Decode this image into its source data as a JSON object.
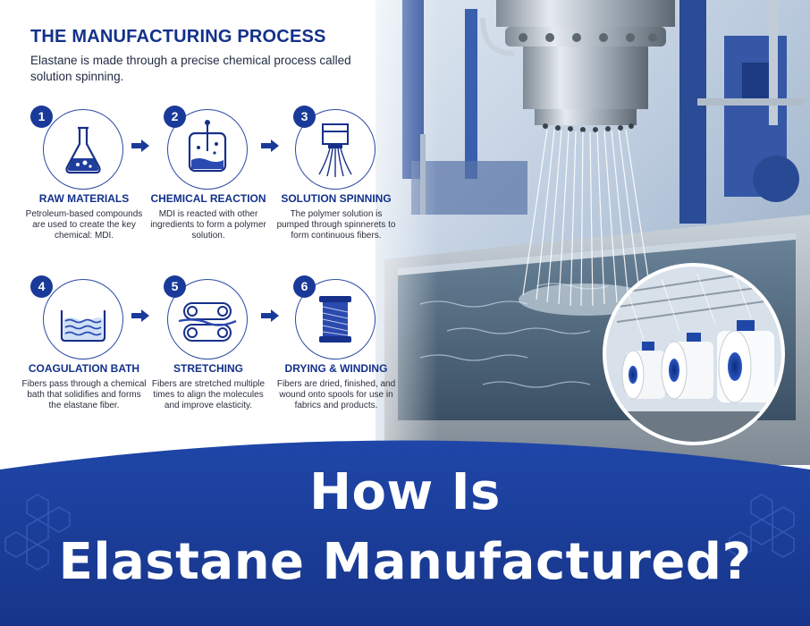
{
  "header": {
    "title": "THE MANUFACTURING PROCESS",
    "intro": "Elastane is made through a precise chemical process called solution spinning."
  },
  "steps": [
    {
      "number": "1",
      "title": "RAW MATERIALS",
      "description": "Petroleum-based compounds are used to create the key chemical: MDI.",
      "icon": "flask-icon"
    },
    {
      "number": "2",
      "title": "CHEMICAL REACTION",
      "description": "MDI is reacted with other ingredients to form a polymer solution.",
      "icon": "reactor-icon"
    },
    {
      "number": "3",
      "title": "SOLUTION SPINNING",
      "description": "The polymer solution is pumped through spinnerets to form continuous fibers.",
      "icon": "spinneret-icon"
    },
    {
      "number": "4",
      "title": "COAGULATION BATH",
      "description": "Fibers pass through a chemical bath that solidifies and forms the elastane fiber.",
      "icon": "bath-icon"
    },
    {
      "number": "5",
      "title": "STRETCHING",
      "description": "Fibers are stretched multiple times to align the molecules and improve elasticity.",
      "icon": "rollers-icon"
    },
    {
      "number": "6",
      "title": "DRYING & WINDING",
      "description": "Fibers are dried, finished, and wound onto spools for use in fabrics and products.",
      "icon": "spool-icon"
    }
  ],
  "banner": {
    "line1": "How Is",
    "line2": "Elastane Manufactured?"
  },
  "colors": {
    "navy": "#13318a",
    "banner_blue": "#1c3f9e",
    "accent": "#1a3a99"
  }
}
